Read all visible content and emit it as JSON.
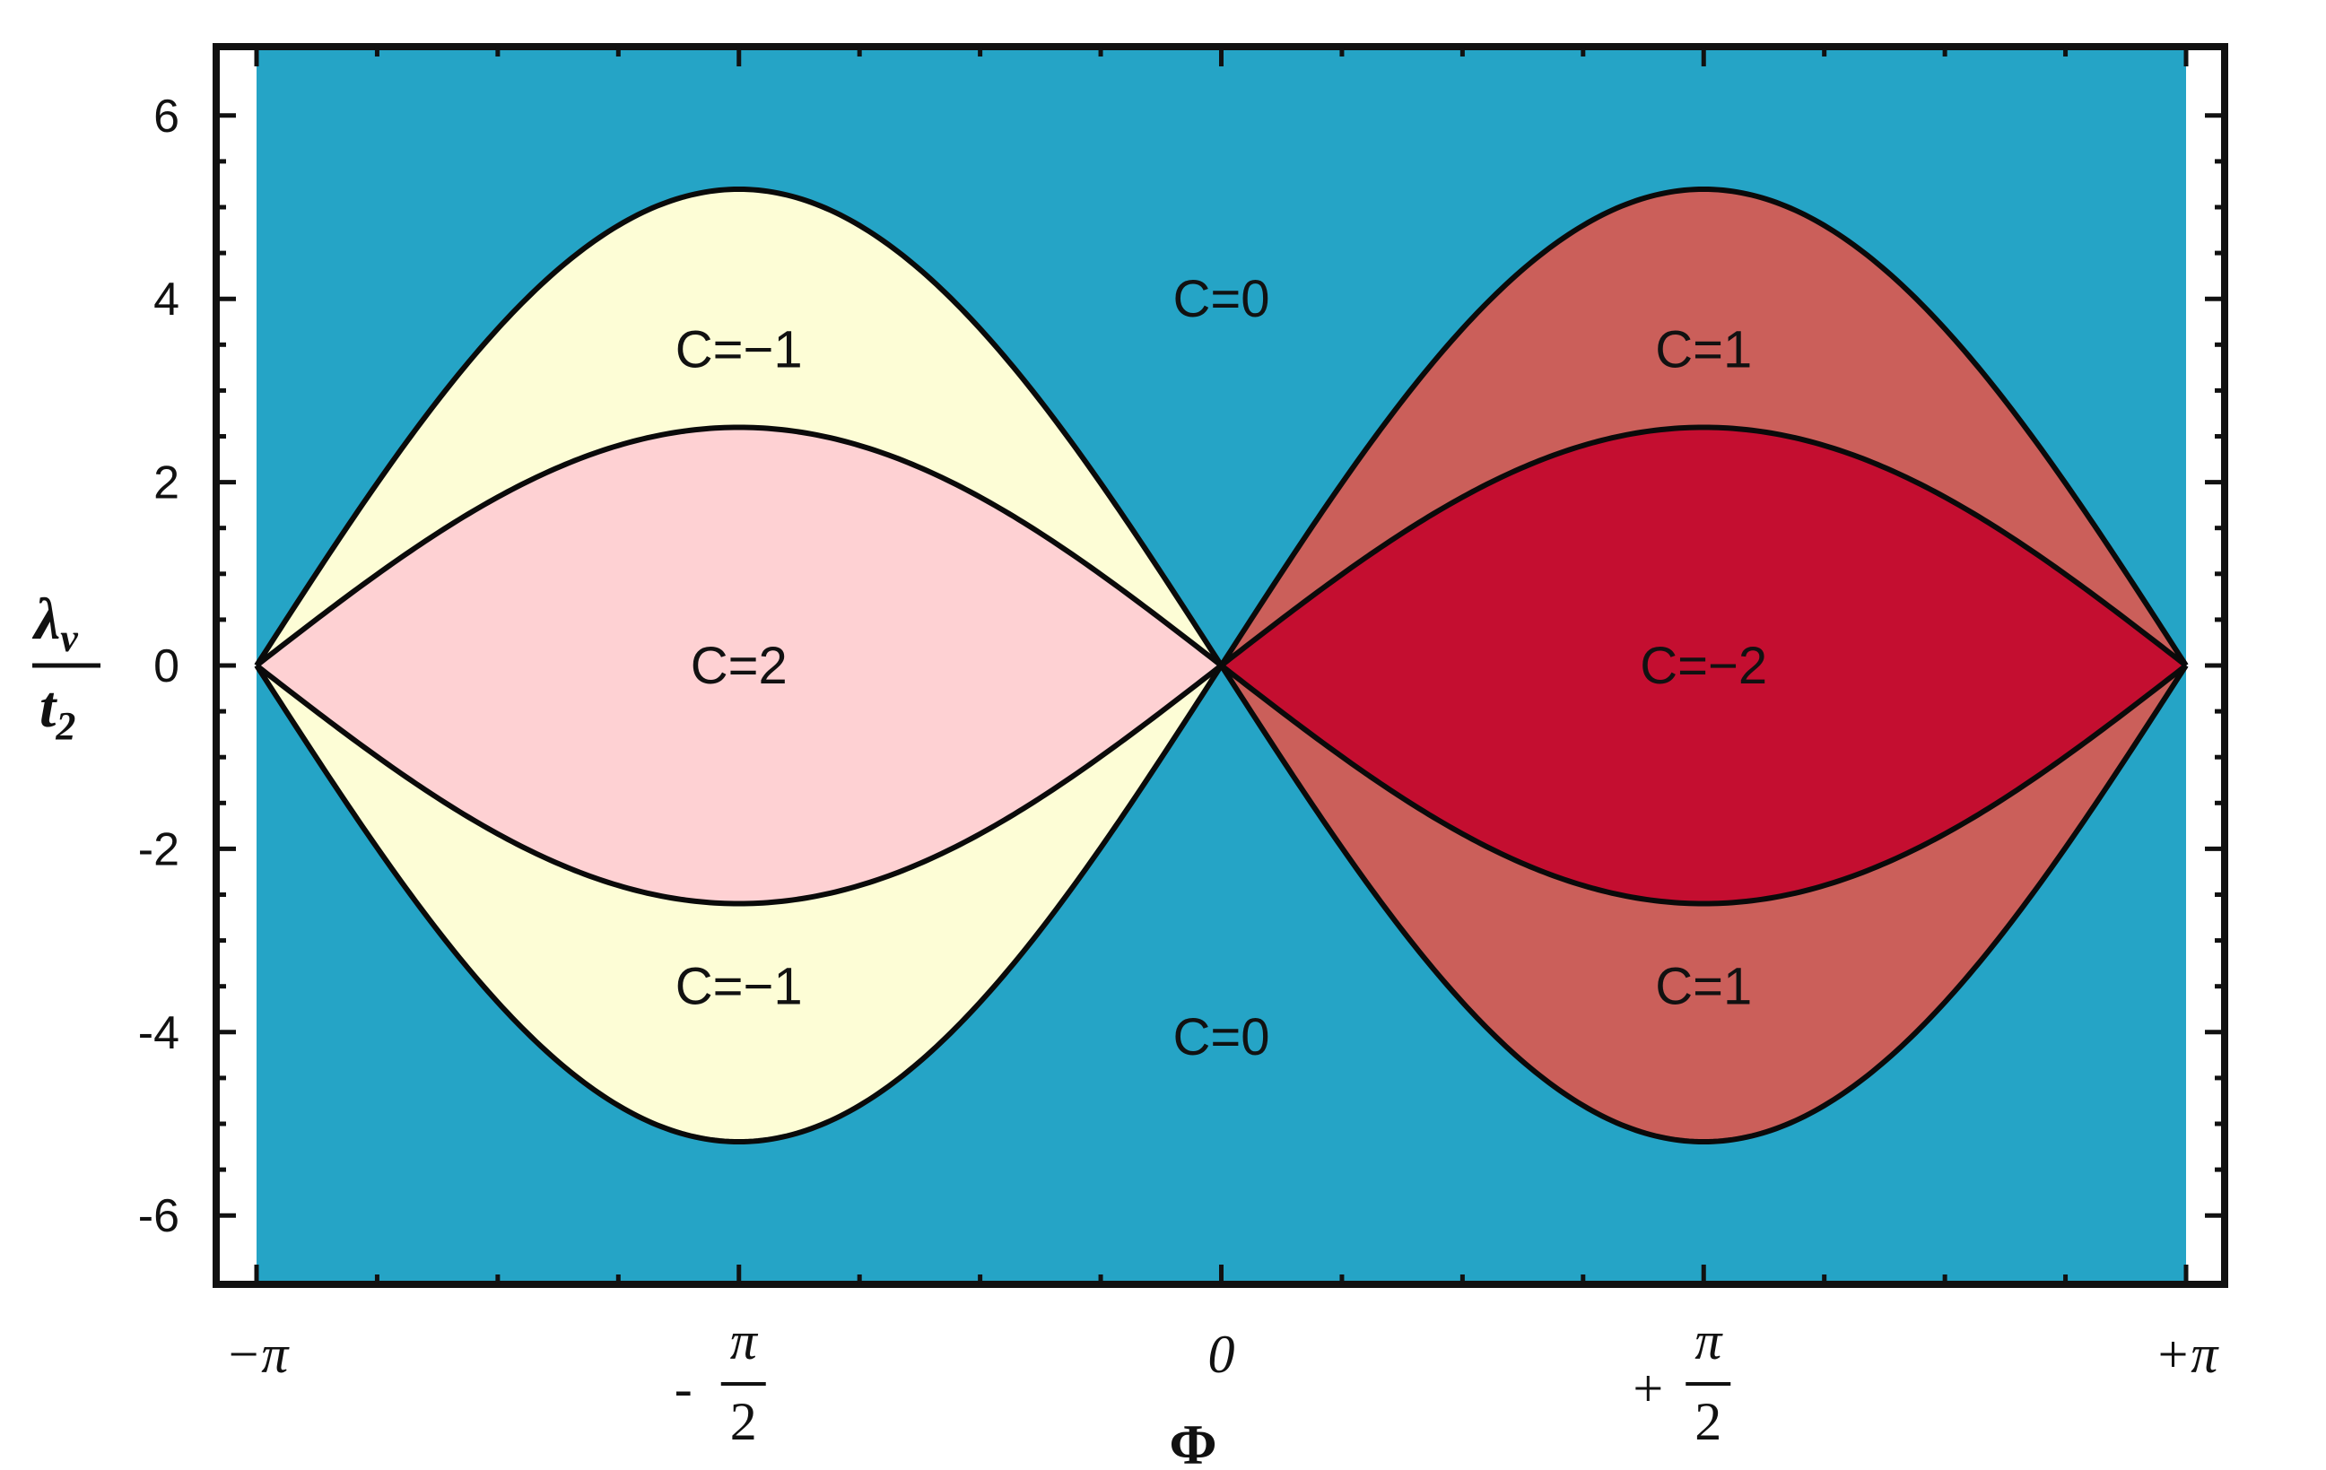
{
  "chart_data": {
    "type": "phase-diagram",
    "xlabel": "Φ",
    "ylabel": {
      "numerator": "λ",
      "numerator_sub": "ν",
      "denominator": "t",
      "denominator_sub": "2"
    },
    "xlim": [
      -3.14159,
      3.14159
    ],
    "ylim": [
      -6.7,
      6.7
    ],
    "y_ticks": [
      {
        "value": 6,
        "label": "6"
      },
      {
        "value": 4,
        "label": "4"
      },
      {
        "value": 2,
        "label": "2"
      },
      {
        "value": 0,
        "label": "0"
      },
      {
        "value": -2,
        "label": "-2"
      },
      {
        "value": -4,
        "label": "-4"
      },
      {
        "value": -6,
        "label": "-6"
      }
    ],
    "x_ticks": [
      {
        "value": -3.14159,
        "label": "−π",
        "kind": "plain"
      },
      {
        "value": -1.5708,
        "label": "-",
        "num": "π",
        "den": "2",
        "kind": "fraction"
      },
      {
        "value": 0,
        "label": "0",
        "kind": "plain"
      },
      {
        "value": 1.5708,
        "label": "+",
        "num": "π",
        "den": "2",
        "kind": "fraction"
      },
      {
        "value": 3.14159,
        "label": "+π",
        "kind": "plain"
      }
    ],
    "boundaries": {
      "outer_amplitude": 5.196,
      "inner_amplitude": 2.598,
      "function": "amplitude * |sin(Φ)|"
    },
    "regions": [
      {
        "label": "C=0",
        "x": 0.0,
        "y": 4.0,
        "color": "#25a4c6"
      },
      {
        "label": "C=0",
        "x": 0.0,
        "y": -4.05,
        "color": "#25a4c6"
      },
      {
        "label": "C=−1",
        "x": -1.5708,
        "y": 3.45,
        "color": "#fdfdd6"
      },
      {
        "label": "C=−1",
        "x": -1.5708,
        "y": -3.5,
        "color": "#fdfdd6"
      },
      {
        "label": "C=2",
        "x": -1.5708,
        "y": 0.0,
        "color": "#fed1d3"
      },
      {
        "label": "C=1",
        "x": 1.5708,
        "y": 3.45,
        "color": "#cb5f5a"
      },
      {
        "label": "C=1",
        "x": 1.5708,
        "y": -3.5,
        "color": "#cb5f5a"
      },
      {
        "label": "C=−2",
        "x": 1.5708,
        "y": 0.0,
        "color": "#c40e30"
      }
    ],
    "colors": {
      "background": "#25a4c6",
      "outer_left": "#fdfdd6",
      "inner_left": "#fed1d3",
      "outer_right": "#cb5f5a",
      "inner_right": "#c40e30",
      "boundary": "#0a0a0a"
    },
    "grid": false,
    "legend": "none"
  }
}
